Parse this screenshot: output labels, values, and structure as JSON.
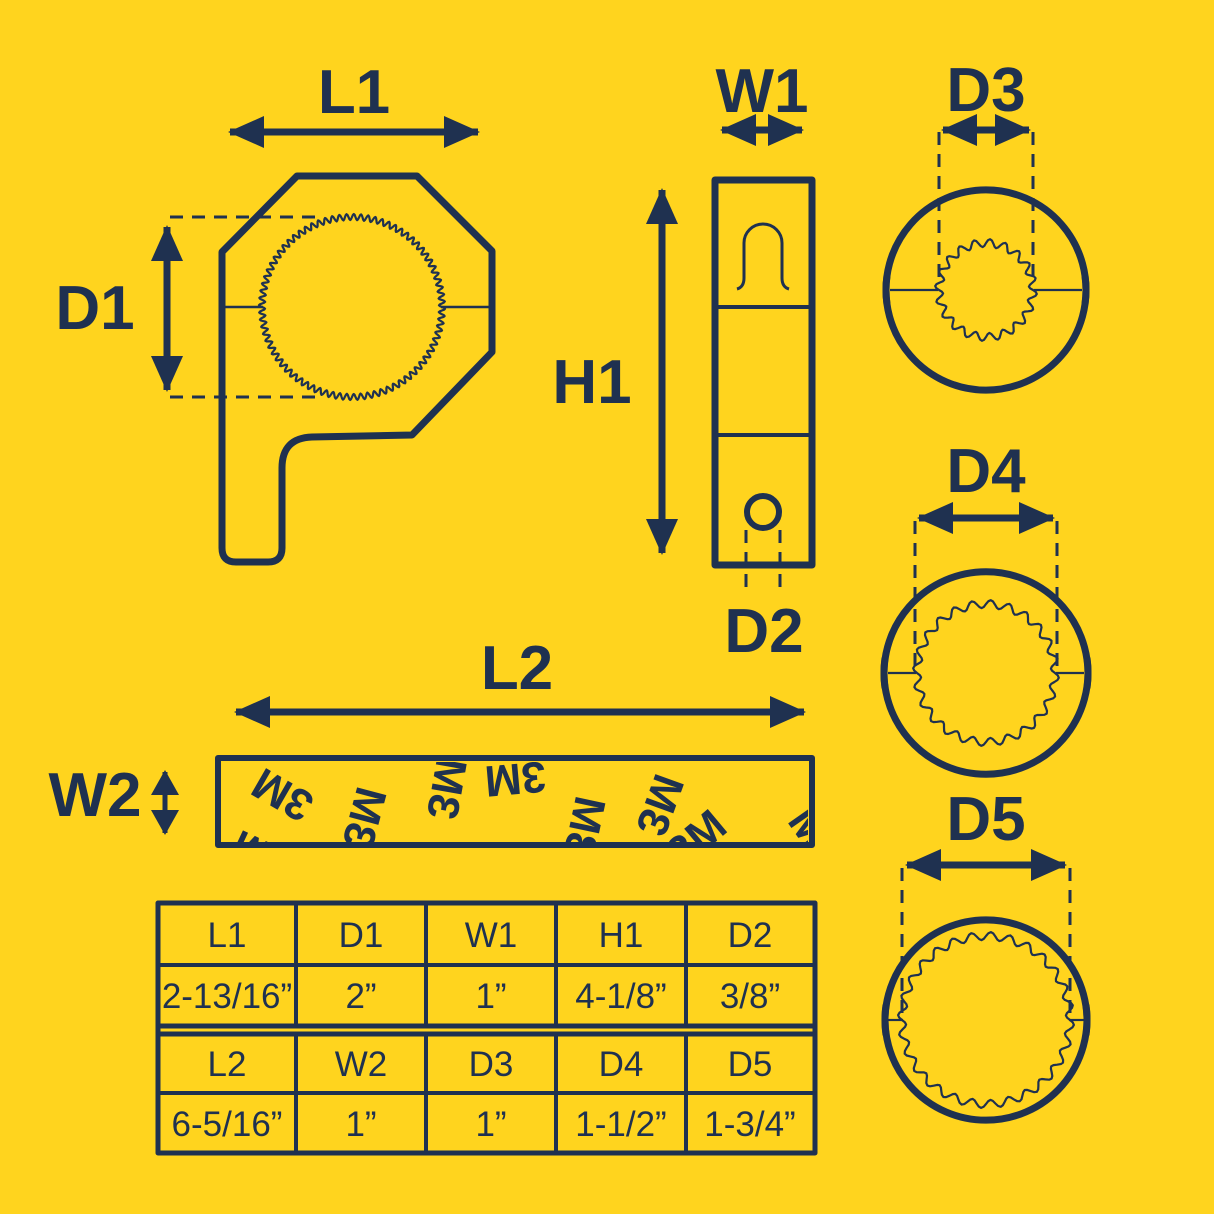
{
  "colors": {
    "background": "#FFD41E",
    "ink": "#1F3150"
  },
  "front_view": {
    "length_label": "L1",
    "bore_diameter_label": "D1"
  },
  "side_view": {
    "width_label": "W1",
    "height_label": "H1",
    "hole_diameter_label": "D2"
  },
  "rings": {
    "small_bore_label": "D3",
    "medium_bore_label": "D4",
    "large_bore_label": "D5"
  },
  "adhesive_strip": {
    "length_label": "L2",
    "width_label": "W2",
    "brand": "3M"
  },
  "spec_table": {
    "row1_headers": [
      "L1",
      "D1",
      "W1",
      "H1",
      "D2"
    ],
    "row1_values": [
      "2-13/16”",
      "2”",
      "1”",
      "4-1/8”",
      "3/8”"
    ],
    "row2_headers": [
      "L2",
      "W2",
      "D3",
      "D4",
      "D5"
    ],
    "row2_values": [
      "6-5/16”",
      "1”",
      "1”",
      "1-1/2”",
      "1-3/4”"
    ]
  }
}
